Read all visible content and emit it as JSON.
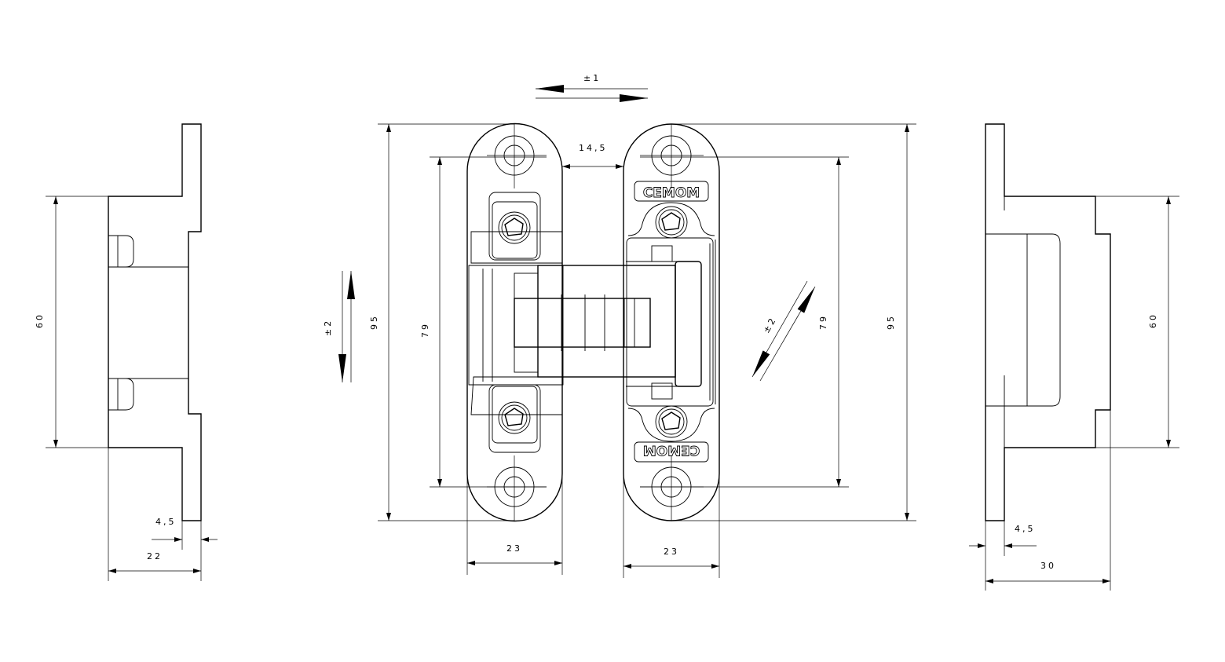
{
  "drawing": {
    "logo_text": "CEMOM",
    "left_view": {
      "height_dim": "60",
      "thickness_dim": "4,5",
      "depth_dim": "22"
    },
    "front_view": {
      "horizontal_adjust": "±1",
      "vertical_adjust": "±2",
      "depth_adjust": "±2",
      "gap_dim": "14,5",
      "overall_height_left": "95",
      "hole_spacing_left": "79",
      "overall_height_right": "95",
      "hole_spacing_right": "79",
      "leaf_width_left": "23",
      "leaf_width_right": "23"
    },
    "right_view": {
      "height_dim": "60",
      "thickness_dim": "4,5",
      "depth_dim": "30"
    }
  }
}
